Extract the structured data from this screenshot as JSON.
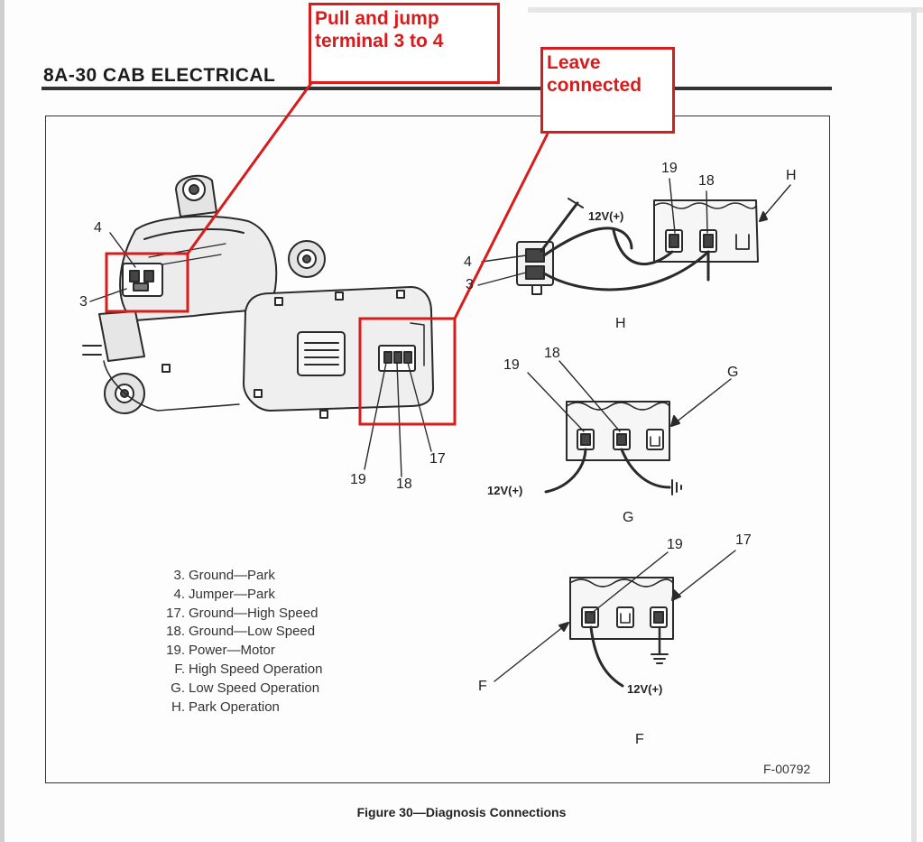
{
  "header": {
    "title": "8A-30  CAB ELECTRICAL"
  },
  "callouts": {
    "pull_jump": "Pull and jump terminal 3 to 4",
    "leave_connected": "Leave connected"
  },
  "legend": [
    {
      "key": "3.",
      "text": "Ground—Park"
    },
    {
      "key": "4.",
      "text": "Jumper—Park"
    },
    {
      "key": "17.",
      "text": "Ground—High Speed"
    },
    {
      "key": "18.",
      "text": "Ground—Low Speed"
    },
    {
      "key": "19.",
      "text": "Power—Motor"
    },
    {
      "key": "F.",
      "text": "High Speed Operation"
    },
    {
      "key": "G.",
      "text": "Low Speed Operation"
    },
    {
      "key": "H.",
      "text": "Park Operation"
    }
  ],
  "labels": {
    "motor_4": "4",
    "motor_3": "3",
    "motor_19": "19",
    "motor_18": "18",
    "motor_17": "17",
    "h_4": "4",
    "h_3": "3",
    "h_19": "19",
    "h_18": "18",
    "h_letter": "H",
    "h_caption": "H",
    "h_voltage": "12V(+)",
    "g_19": "19",
    "g_18": "18",
    "g_letter": "G",
    "g_caption": "G",
    "g_voltage": "12V(+)",
    "f_19": "19",
    "f_17": "17",
    "f_letter": "F",
    "f_caption": "F",
    "f_voltage": "12V(+)"
  },
  "figure_id": "F-00792",
  "caption": "Figure 30—Diagnosis Connections",
  "colors": {
    "callout": "#d81c1c",
    "ink": "#2a2a2a"
  }
}
